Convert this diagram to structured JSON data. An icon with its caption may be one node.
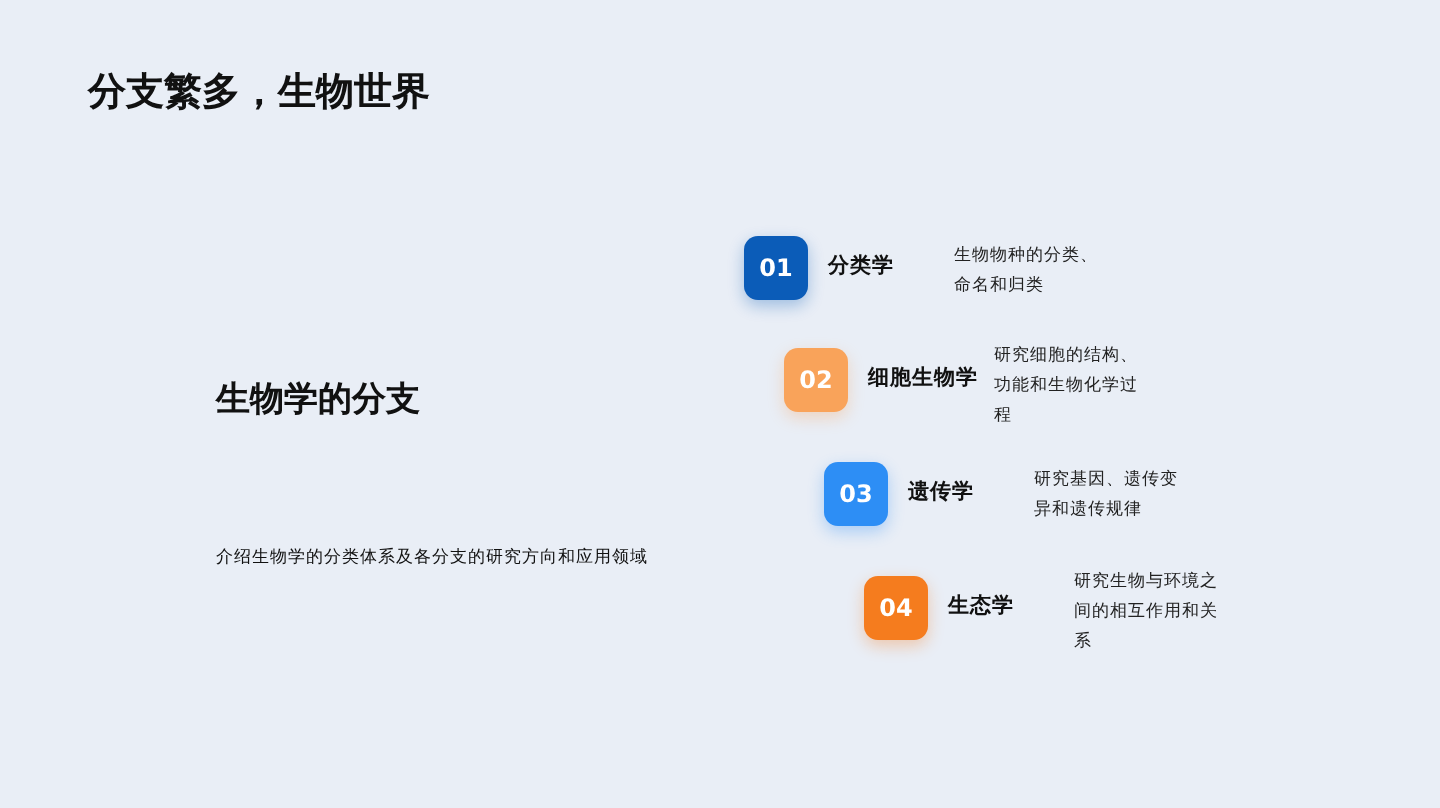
{
  "diagram": {
    "title": "分支繁多，生物世界",
    "nodes": [
      {
        "text": [
          "01"
        ],
        "beside": [
          "分类学",
          "生物物种的分类、命名和归类"
        ]
      },
      {
        "text": [
          "02"
        ],
        "beside": [
          "细胞生物学",
          "研究细胞的结构、功能和生物化学过程"
        ]
      },
      {
        "text": [
          "03"
        ],
        "beside": [
          "遗传学",
          "研究基因、遗传变异和遗传规律"
        ]
      },
      {
        "text": [
          "04"
        ],
        "beside": [
          "生态学",
          "研究生物与环境之间的相互作用和关系"
        ]
      }
    ],
    "labels": [
      "生物学的分支",
      "介绍生物学的分类体系及各分支的研究方向和应用领域"
    ]
  }
}
